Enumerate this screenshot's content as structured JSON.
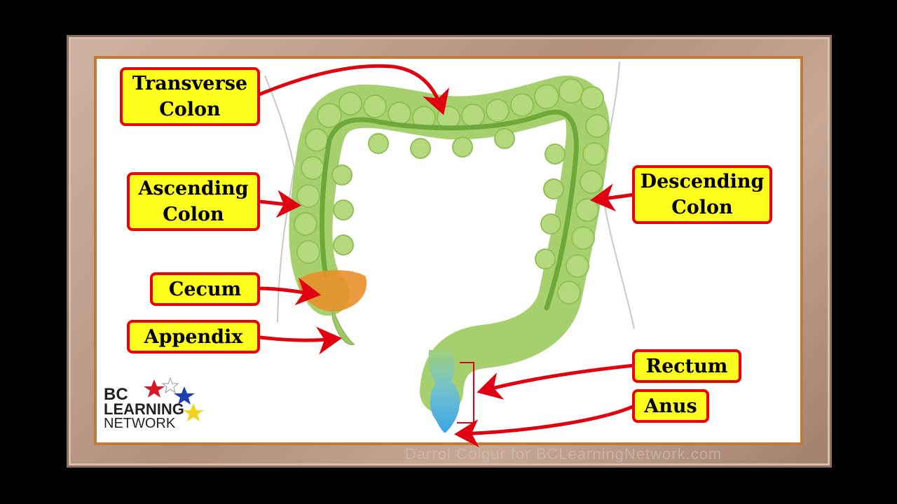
{
  "labels": {
    "transverse": "Transverse\nColon",
    "ascending": "Ascending\nColon",
    "descending": "Descending\nColon",
    "cecum": "Cecum",
    "appendix": "Appendix",
    "rectum": "Rectum",
    "anus": "Anus"
  },
  "logo": {
    "line1": "BC",
    "line2": "LEARNING",
    "line3": "NETWORK"
  },
  "watermark": "Darrol Colgur for BCLearningNetwork.com",
  "colors": {
    "label_fill": "#ffff1e",
    "label_border": "#ee0000",
    "arrow": "#e00010",
    "colon_green": "#a6cf6e",
    "colon_dark": "#6fa83a",
    "cecum_orange": "#e8902a",
    "anus_blue": "#4fb0e0"
  }
}
